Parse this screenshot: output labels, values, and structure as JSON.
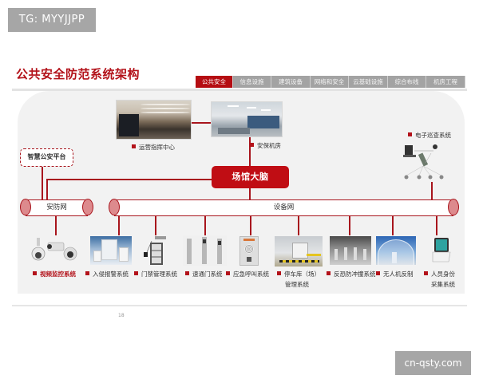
{
  "watermarks": {
    "top_left": "TG: MYYJJPP",
    "bottom_right": "cn-qsty.com"
  },
  "header": {
    "title": "公共安全防范系统架构",
    "tabs": [
      {
        "label": "公共安全",
        "active": true
      },
      {
        "label": "信息设施",
        "active": false
      },
      {
        "label": "建筑设备",
        "active": false
      },
      {
        "label": "网络和安全",
        "active": false
      },
      {
        "label": "云基础设施",
        "active": false
      },
      {
        "label": "综合布线",
        "active": false
      },
      {
        "label": "机房工程",
        "active": false
      }
    ]
  },
  "diagram": {
    "top_nodes": [
      {
        "label": "运营指挥中心",
        "icon": "command-center-photo"
      },
      {
        "label": "安保机房",
        "icon": "security-room-photo"
      }
    ],
    "core": {
      "label": "场馆大脑"
    },
    "platform": {
      "label": "智慧公安平台"
    },
    "patrol": {
      "label": "电子巡查系统",
      "icon": "patrol-system-icon"
    },
    "networks": {
      "security_net": "安防网",
      "device_net": "设备网"
    },
    "subsystems": [
      {
        "label": "视频监控系统",
        "highlight": true,
        "icon": "cctv-camera-icon"
      },
      {
        "label": "入侵报警系统",
        "highlight": false,
        "icon": "intrusion-alarm-icon"
      },
      {
        "label": "门禁管理系统",
        "highlight": false,
        "icon": "access-control-icon"
      },
      {
        "label": "速通门系统",
        "highlight": false,
        "icon": "speed-gate-icon"
      },
      {
        "label": "应急呼叫系统",
        "highlight": false,
        "icon": "emergency-call-icon"
      },
      {
        "label": "停车库（场）",
        "label2": "管理系统",
        "highlight": false,
        "icon": "parking-system-icon"
      },
      {
        "label": "反恐防冲撞系统",
        "highlight": false,
        "icon": "anti-ram-bollard-icon"
      },
      {
        "label": "无人机反制",
        "highlight": false,
        "icon": "anti-drone-icon"
      },
      {
        "label": "人员身份",
        "label2": "采集系统",
        "highlight": false,
        "icon": "identity-terminal-icon"
      }
    ]
  },
  "footer": {
    "page_number": "18"
  },
  "colors": {
    "accent_red": "#b3121a",
    "tab_gray": "#a3a3a3",
    "pipe_cap": "#dd8a8d",
    "panel_bg": "#f2f2f2"
  }
}
